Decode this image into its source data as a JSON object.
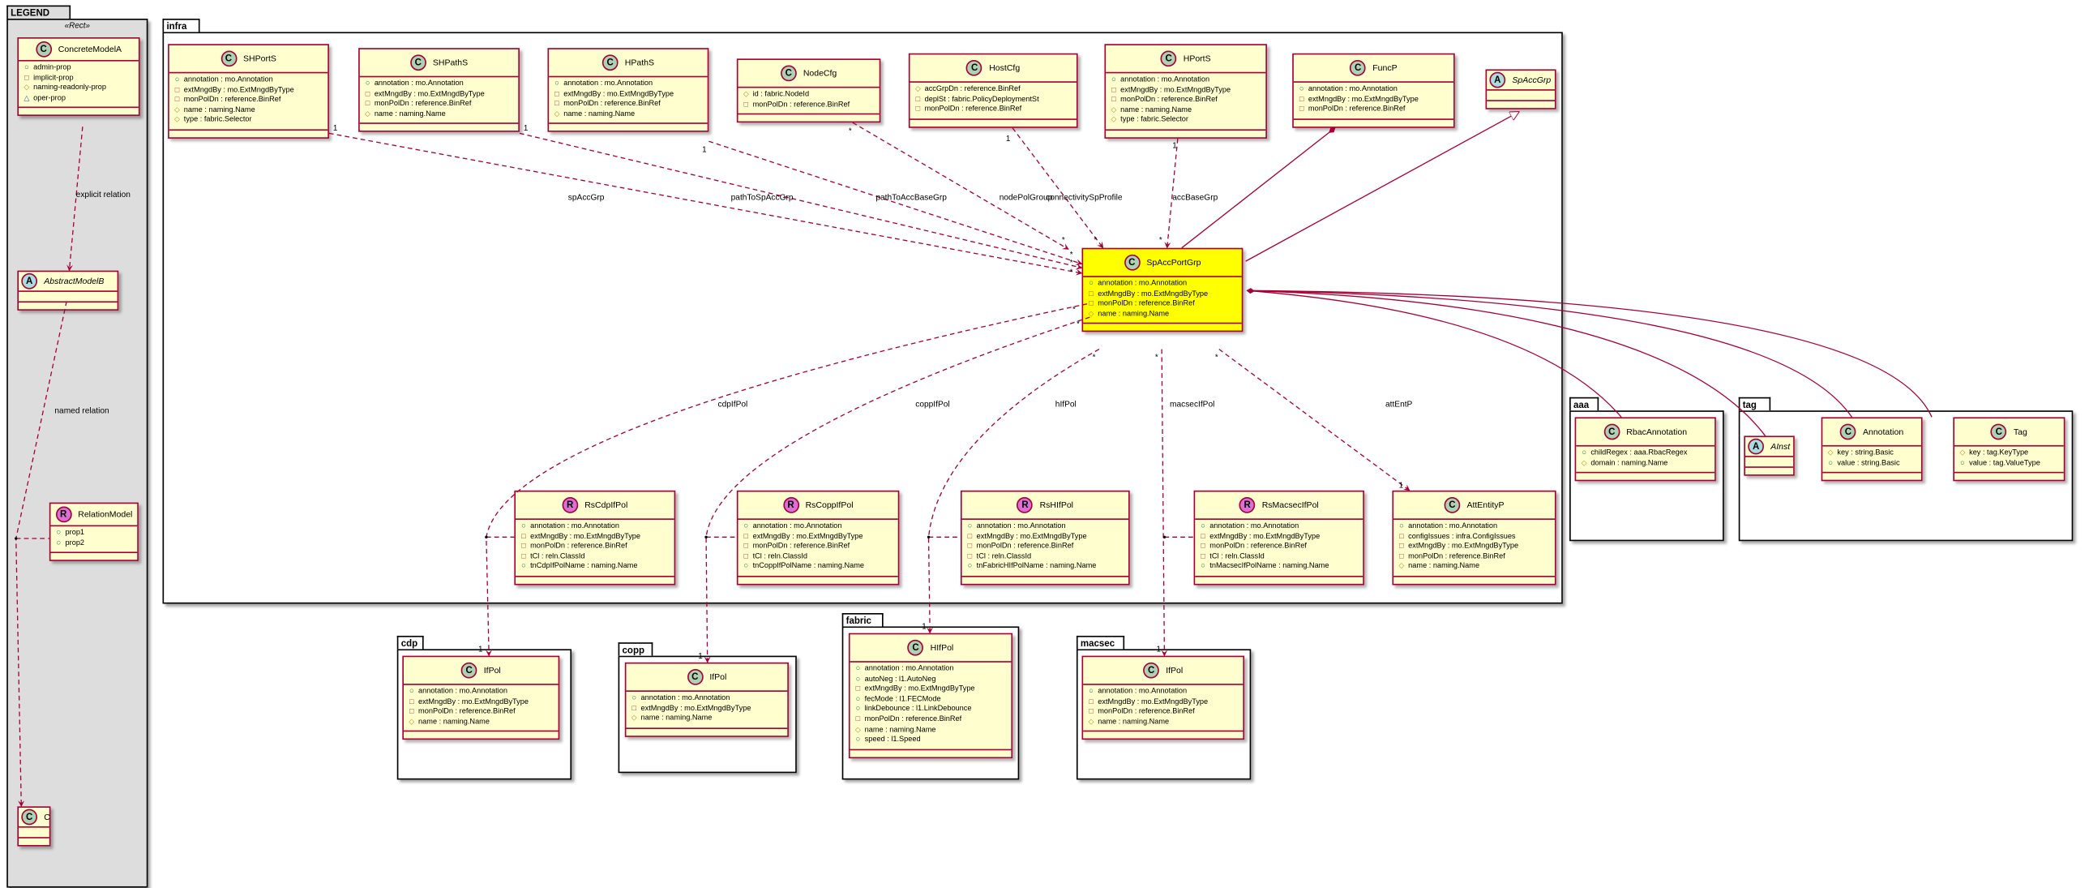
{
  "colors": {
    "class_fill": "#FEFECE",
    "border": "#A80036",
    "highlight": "#FFFF00",
    "legend_bg": "#DDDDDD",
    "icon_class": "#ADD1B2",
    "icon_abstract": "#A9DCDF",
    "icon_relation": "#DA70D6"
  },
  "packages": [
    {
      "name": "LEGEND",
      "stereotype": "«Rect»",
      "classes": [
        {
          "name": "ConcreteModelA",
          "kind": "C",
          "attributes": [
            {
              "vis": "public",
              "text": "admin-prop"
            },
            {
              "vis": "private",
              "text": "implicit-prop"
            },
            {
              "vis": "protected",
              "text": "naming-readonly-prop"
            },
            {
              "vis": "package",
              "text": "oper-prop"
            }
          ]
        },
        {
          "name": "AbstractModelB",
          "kind": "A",
          "abstract": true,
          "attributes": []
        },
        {
          "name": "RelationModel",
          "kind": "R",
          "attributes": [
            {
              "vis": "public",
              "text": "prop1"
            },
            {
              "vis": "public",
              "text": "prop2"
            }
          ]
        },
        {
          "name": "C",
          "kind": "C",
          "attributes": []
        }
      ]
    },
    {
      "name": "infra",
      "classes": [
        {
          "name": "SHPortS",
          "kind": "C",
          "attributes": [
            {
              "vis": "public",
              "text": "annotation : mo.Annotation"
            },
            {
              "vis": "private",
              "text": "extMngdBy : mo.ExtMngdByType"
            },
            {
              "vis": "private",
              "text": "monPolDn : reference.BinRef"
            },
            {
              "vis": "protected",
              "text": "name : naming.Name"
            },
            {
              "vis": "protected",
              "text": "type : fabric.Selector"
            }
          ]
        },
        {
          "name": "SHPathS",
          "kind": "C",
          "attributes": [
            {
              "vis": "public",
              "text": "annotation : mo.Annotation"
            },
            {
              "vis": "private",
              "text": "extMngdBy : mo.ExtMngdByType"
            },
            {
              "vis": "private",
              "text": "monPolDn : reference.BinRef"
            },
            {
              "vis": "protected",
              "text": "name : naming.Name"
            }
          ]
        },
        {
          "name": "HPathS",
          "kind": "C",
          "attributes": [
            {
              "vis": "public",
              "text": "annotation : mo.Annotation"
            },
            {
              "vis": "private",
              "text": "extMngdBy : mo.ExtMngdByType"
            },
            {
              "vis": "private",
              "text": "monPolDn : reference.BinRef"
            },
            {
              "vis": "protected",
              "text": "name : naming.Name"
            }
          ]
        },
        {
          "name": "NodeCfg",
          "kind": "C",
          "attributes": [
            {
              "vis": "protected",
              "text": "id : fabric.NodeId"
            },
            {
              "vis": "private",
              "text": "monPolDn : reference.BinRef"
            }
          ]
        },
        {
          "name": "HostCfg",
          "kind": "C",
          "attributes": [
            {
              "vis": "protected",
              "text": "accGrpDn : reference.BinRef"
            },
            {
              "vis": "private",
              "text": "deplSt : fabric.PolicyDeploymentSt"
            },
            {
              "vis": "private",
              "text": "monPolDn : reference.BinRef"
            }
          ]
        },
        {
          "name": "HPortS",
          "kind": "C",
          "attributes": [
            {
              "vis": "public",
              "text": "annotation : mo.Annotation"
            },
            {
              "vis": "private",
              "text": "extMngdBy : mo.ExtMngdByType"
            },
            {
              "vis": "private",
              "text": "monPolDn : reference.BinRef"
            },
            {
              "vis": "protected",
              "text": "name : naming.Name"
            },
            {
              "vis": "protected",
              "text": "type : fabric.Selector"
            }
          ]
        },
        {
          "name": "FuncP",
          "kind": "C",
          "attributes": [
            {
              "vis": "public",
              "text": "annotation : mo.Annotation"
            },
            {
              "vis": "private",
              "text": "extMngdBy : mo.ExtMngdByType"
            },
            {
              "vis": "private",
              "text": "monPolDn : reference.BinRef"
            }
          ]
        },
        {
          "name": "SpAccGrp",
          "kind": "A",
          "abstract": true,
          "attributes": []
        },
        {
          "name": "SpAccPortGrp",
          "kind": "C",
          "highlighted": true,
          "attributes": [
            {
              "vis": "public",
              "text": "annotation : mo.Annotation"
            },
            {
              "vis": "private",
              "text": "extMngdBy : mo.ExtMngdByType"
            },
            {
              "vis": "private",
              "text": "monPolDn : reference.BinRef"
            },
            {
              "vis": "protected",
              "text": "name : naming.Name"
            }
          ]
        },
        {
          "name": "RsCdpIfPol",
          "kind": "R",
          "attributes": [
            {
              "vis": "public",
              "text": "annotation : mo.Annotation"
            },
            {
              "vis": "private",
              "text": "extMngdBy : mo.ExtMngdByType"
            },
            {
              "vis": "private",
              "text": "monPolDn : reference.BinRef"
            },
            {
              "vis": "private",
              "text": "tCl : reln.ClassId"
            },
            {
              "vis": "public",
              "text": "tnCdpIfPolName : naming.Name"
            }
          ]
        },
        {
          "name": "RsCoppIfPol",
          "kind": "R",
          "attributes": [
            {
              "vis": "public",
              "text": "annotation : mo.Annotation"
            },
            {
              "vis": "private",
              "text": "extMngdBy : mo.ExtMngdByType"
            },
            {
              "vis": "private",
              "text": "monPolDn : reference.BinRef"
            },
            {
              "vis": "private",
              "text": "tCl : reln.ClassId"
            },
            {
              "vis": "public",
              "text": "tnCoppIfPolName : naming.Name"
            }
          ]
        },
        {
          "name": "RsHIfPol",
          "kind": "R",
          "attributes": [
            {
              "vis": "public",
              "text": "annotation : mo.Annotation"
            },
            {
              "vis": "private",
              "text": "extMngdBy : mo.ExtMngdByType"
            },
            {
              "vis": "private",
              "text": "monPolDn : reference.BinRef"
            },
            {
              "vis": "private",
              "text": "tCl : reln.ClassId"
            },
            {
              "vis": "public",
              "text": "tnFabricHIfPolName : naming.Name"
            }
          ]
        },
        {
          "name": "RsMacsecIfPol",
          "kind": "R",
          "attributes": [
            {
              "vis": "public",
              "text": "annotation : mo.Annotation"
            },
            {
              "vis": "private",
              "text": "extMngdBy : mo.ExtMngdByType"
            },
            {
              "vis": "private",
              "text": "monPolDn : reference.BinRef"
            },
            {
              "vis": "private",
              "text": "tCl : reln.ClassId"
            },
            {
              "vis": "public",
              "text": "tnMacsecIfPolName : naming.Name"
            }
          ]
        },
        {
          "name": "AttEntityP",
          "kind": "C",
          "attributes": [
            {
              "vis": "public",
              "text": "annotation : mo.Annotation"
            },
            {
              "vis": "private",
              "text": "configIssues : infra.ConfigIssues"
            },
            {
              "vis": "private",
              "text": "extMngdBy : mo.ExtMngdByType"
            },
            {
              "vis": "private",
              "text": "monPolDn : reference.BinRef"
            },
            {
              "vis": "protected",
              "text": "name : naming.Name"
            }
          ]
        }
      ]
    },
    {
      "name": "aaa",
      "classes": [
        {
          "name": "RbacAnnotation",
          "kind": "C",
          "attributes": [
            {
              "vis": "public",
              "text": "childRegex : aaa.RbacRegex"
            },
            {
              "vis": "protected",
              "text": "domain : naming.Name"
            }
          ]
        }
      ]
    },
    {
      "name": "tag",
      "classes": [
        {
          "name": "AInst",
          "kind": "A",
          "abstract": true,
          "attributes": []
        },
        {
          "name": "Annotation",
          "kind": "C",
          "attributes": [
            {
              "vis": "protected",
              "text": "key : string.Basic"
            },
            {
              "vis": "public",
              "text": "value : string.Basic"
            }
          ]
        },
        {
          "name": "Tag",
          "kind": "C",
          "attributes": [
            {
              "vis": "protected",
              "text": "key : tag.KeyType"
            },
            {
              "vis": "public",
              "text": "value : tag.ValueType"
            }
          ]
        }
      ]
    },
    {
      "name": "cdp",
      "classes": [
        {
          "name": "IfPol",
          "kind": "C",
          "attributes": [
            {
              "vis": "public",
              "text": "annotation : mo.Annotation"
            },
            {
              "vis": "private",
              "text": "extMngdBy : mo.ExtMngdByType"
            },
            {
              "vis": "private",
              "text": "monPolDn : reference.BinRef"
            },
            {
              "vis": "protected",
              "text": "name : naming.Name"
            }
          ]
        }
      ]
    },
    {
      "name": "copp",
      "classes": [
        {
          "name": "IfPol",
          "kind": "C",
          "attributes": [
            {
              "vis": "public",
              "text": "annotation : mo.Annotation"
            },
            {
              "vis": "private",
              "text": "extMngdBy : mo.ExtMngdByType"
            },
            {
              "vis": "protected",
              "text": "name : naming.Name"
            }
          ]
        }
      ]
    },
    {
      "name": "fabric",
      "classes": [
        {
          "name": "HIfPol",
          "kind": "C",
          "attributes": [
            {
              "vis": "public",
              "text": "annotation : mo.Annotation"
            },
            {
              "vis": "public",
              "text": "autoNeg : l1.AutoNeg"
            },
            {
              "vis": "private",
              "text": "extMngdBy : mo.ExtMngdByType"
            },
            {
              "vis": "public",
              "text": "fecMode : l1.FECMode"
            },
            {
              "vis": "public",
              "text": "linkDebounce : l1.LinkDebounce"
            },
            {
              "vis": "private",
              "text": "monPolDn : reference.BinRef"
            },
            {
              "vis": "protected",
              "text": "name : naming.Name"
            },
            {
              "vis": "public",
              "text": "speed : l1.Speed"
            }
          ]
        }
      ]
    },
    {
      "name": "macsec",
      "classes": [
        {
          "name": "IfPol",
          "kind": "C",
          "attributes": [
            {
              "vis": "public",
              "text": "annotation : mo.Annotation"
            },
            {
              "vis": "private",
              "text": "extMngdBy : mo.ExtMngdByType"
            },
            {
              "vis": "private",
              "text": "monPolDn : reference.BinRef"
            },
            {
              "vis": "protected",
              "text": "name : naming.Name"
            }
          ]
        }
      ]
    }
  ],
  "legend_relations": [
    {
      "label": "explicit relation"
    },
    {
      "label": "named relation"
    }
  ],
  "relations": [
    {
      "label": "spAccGrp",
      "from_mult": "1",
      "to_mult": "*"
    },
    {
      "label": "pathToSpAccGrp",
      "from_mult": "1",
      "to_mult": "*"
    },
    {
      "label": "pathToAccBaseGrp",
      "from_mult": "1",
      "to_mult": "*"
    },
    {
      "label": "nodePolGroup",
      "from_mult": "*",
      "to_mult": "*"
    },
    {
      "label": "connectivitySpProfile",
      "from_mult": "1",
      "to_mult": "*"
    },
    {
      "label": "accBaseGrp",
      "from_mult": "1",
      "to_mult": "*"
    },
    {
      "label": "cdpIfPol",
      "from_mult": "*",
      "to_mult": "1"
    },
    {
      "label": "coppIfPol",
      "from_mult": "*",
      "to_mult": "1"
    },
    {
      "label": "hIfPol",
      "from_mult": "*",
      "to_mult": "1"
    },
    {
      "label": "macsecIfPol",
      "from_mult": "*",
      "to_mult": "1"
    },
    {
      "label": "attEntP",
      "from_mult": "*",
      "to_mult": "1"
    }
  ]
}
